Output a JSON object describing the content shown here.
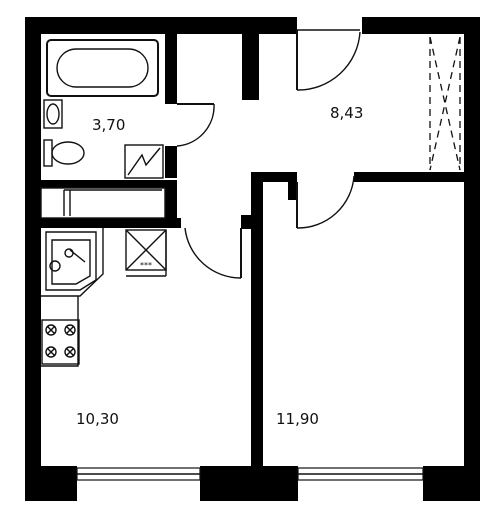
{
  "colors": {
    "wall": "#000000",
    "line": "#111111",
    "background": "#ffffff"
  },
  "rooms": {
    "bathroom": {
      "area": "3,70"
    },
    "hallway": {
      "area": "8,43"
    },
    "kitchen": {
      "area": "10,30"
    },
    "bedroom": {
      "area": "11,90"
    }
  },
  "fixtures": {
    "meter_box_mark": "***"
  }
}
